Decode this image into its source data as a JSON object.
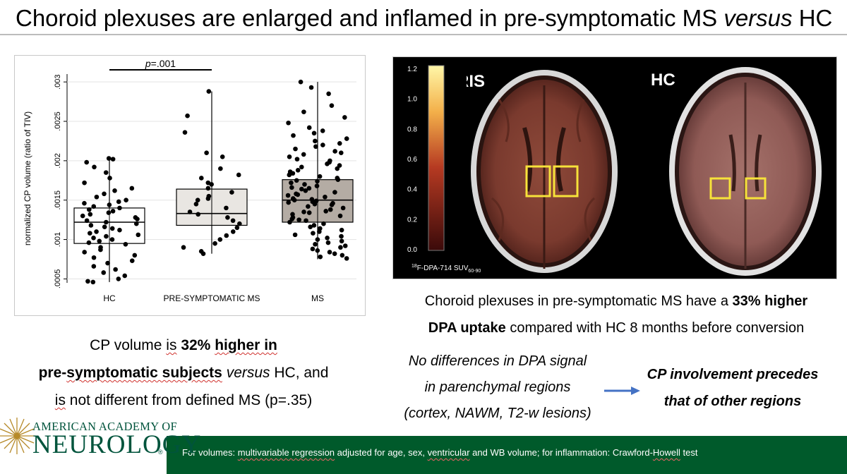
{
  "title": {
    "main": "Choroid plexuses are enlarged and inflamed in pre-symptomatic MS ",
    "italic": "versus",
    "tail": " HC"
  },
  "chart_data": {
    "type": "box",
    "ylabel": "normalized CP volume (ratio of TIV)",
    "y_ticks": [
      ".0005",
      ".001",
      ".0015",
      ".002",
      ".0025",
      ".003"
    ],
    "ylim": [
      0.00045,
      0.0031
    ],
    "categories": [
      "HC",
      "PRE-SYMPTOMATIC MS",
      "MS"
    ],
    "significance": {
      "label": "p=.001",
      "between": [
        "HC",
        "PRE-SYMPTOMATIC MS"
      ]
    },
    "boxes": [
      {
        "name": "HC",
        "q1": 0.00095,
        "median": 0.00122,
        "q3": 0.0014,
        "whisker_low": 0.00046,
        "whisker_high": 0.00203,
        "fill": "#ffffff"
      },
      {
        "name": "PRE-SYMPTOMATIC MS",
        "q1": 0.00118,
        "median": 0.00133,
        "q3": 0.00164,
        "whisker_low": 0.00082,
        "whisker_high": 0.00288,
        "fill": "#e9e6e2"
      },
      {
        "name": "MS",
        "q1": 0.00122,
        "median": 0.0015,
        "q3": 0.00176,
        "whisker_low": 0.00075,
        "whisker_high": 0.003,
        "fill": "#b4aca4"
      }
    ],
    "points": {
      "HC": [
        0.00203,
        0.00202,
        0.00198,
        0.00192,
        0.00185,
        0.00178,
        0.00172,
        0.00165,
        0.00162,
        0.00158,
        0.00154,
        0.0015,
        0.00148,
        0.00146,
        0.00144,
        0.00142,
        0.0014,
        0.00138,
        0.00136,
        0.00134,
        0.00132,
        0.0013,
        0.00128,
        0.00126,
        0.00124,
        0.00122,
        0.0012,
        0.00118,
        0.00116,
        0.00114,
        0.00112,
        0.0011,
        0.00108,
        0.00106,
        0.00104,
        0.00102,
        0.001,
        0.00098,
        0.00096,
        0.00094,
        0.0009,
        0.00087,
        0.00084,
        0.0008,
        0.00077,
        0.00073,
        0.0007,
        0.00066,
        0.00062,
        0.00058,
        0.00054,
        0.0005,
        0.00047,
        0.00046
      ],
      "PRE-SYMPTOMATIC MS": [
        0.00288,
        0.00257,
        0.00236,
        0.0021,
        0.00205,
        0.0019,
        0.00182,
        0.00178,
        0.00172,
        0.0017,
        0.00165,
        0.0016,
        0.00155,
        0.00152,
        0.0015,
        0.00145,
        0.0014,
        0.00135,
        0.00132,
        0.00128,
        0.00124,
        0.0012,
        0.00115,
        0.0011,
        0.00105,
        0.001,
        0.00095,
        0.0009,
        0.00085,
        0.00082
      ],
      "MS": [
        0.003,
        0.00293,
        0.00285,
        0.0027,
        0.00262,
        0.00255,
        0.00248,
        0.00242,
        0.00238,
        0.00235,
        0.00232,
        0.00228,
        0.00225,
        0.00222,
        0.0022,
        0.00218,
        0.00215,
        0.00212,
        0.0021,
        0.00208,
        0.00205,
        0.00202,
        0.002,
        0.00198,
        0.00196,
        0.00194,
        0.00192,
        0.0019,
        0.00188,
        0.00186,
        0.00184,
        0.00182,
        0.0018,
        0.00178,
        0.00176,
        0.00175,
        0.00174,
        0.00172,
        0.0017,
        0.00168,
        0.00166,
        0.00165,
        0.00164,
        0.00162,
        0.0016,
        0.00158,
        0.00157,
        0.00156,
        0.00154,
        0.00152,
        0.00151,
        0.0015,
        0.00149,
        0.00148,
        0.00147,
        0.00146,
        0.00145,
        0.00144,
        0.00142,
        0.0014,
        0.00138,
        0.00136,
        0.00135,
        0.00134,
        0.00132,
        0.0013,
        0.00128,
        0.00126,
        0.00125,
        0.00124,
        0.00122,
        0.0012,
        0.00118,
        0.00116,
        0.00114,
        0.00112,
        0.0011,
        0.00108,
        0.00106,
        0.00104,
        0.00102,
        0.001,
        0.00098,
        0.00096,
        0.00094,
        0.00092,
        0.0009,
        0.00088,
        0.00086,
        0.00084,
        0.00082,
        0.0008,
        0.00078,
        0.00076
      ]
    }
  },
  "left_caption": {
    "l1_a": "CP volume ",
    "l1_b": "is",
    "l1_c": " ",
    "l1_bold_a": "32% ",
    "l1_bold_b": "higher in",
    "l2_bold_a": "pre-",
    "l2_bold_b": "symptomatic subjects",
    "l2_c": " ",
    "l2_italic": "versus",
    "l2_d": " HC, and",
    "l3_a": "is",
    "l3_b": " not different from defined MS (p=.35)"
  },
  "pet": {
    "colorbar_ticks": [
      "1.2",
      "1.0",
      "0.8",
      "0.6",
      "0.4",
      "0.2",
      "0.0"
    ],
    "colorbar_label": "F-DPA-714 SUV",
    "colorbar_sup": "18",
    "colorbar_sub": "60-90",
    "label_left": "RIS",
    "label_right": "HC",
    "colors": {
      "highlight_box": "#f6e23a",
      "colorbar_top": "#fff7a8",
      "colorbar_bottom": "#3b0a0a"
    }
  },
  "right_caption": {
    "a": "Choroid plexuses in pre-symptomatic MS  have a ",
    "bold1": "33% higher",
    "bold2": "DPA uptake",
    "b": "  compared with HC 8 months before conversion"
  },
  "no_diff": {
    "l1": "No differences in DPA signal",
    "l2": "in parenchymal regions",
    "l3": "(cortex, NAWM, T2-w lesions)"
  },
  "precedes": {
    "l1": "CP involvement precedes",
    "l2": "that of other regions"
  },
  "footer": {
    "a": "For volumes: ",
    "b": "multivariable regression",
    "c": " adjusted for age, sex, ",
    "d": "ventricular",
    "e": " and WB volume; for inflammation: Crawford-",
    "f": "Howell",
    "g": " test",
    "bar_color": "#005a2b"
  },
  "logo": {
    "top": "AMERICAN ACADEMY OF",
    "bottom": "NEUROLOGY",
    "reg": "®"
  }
}
